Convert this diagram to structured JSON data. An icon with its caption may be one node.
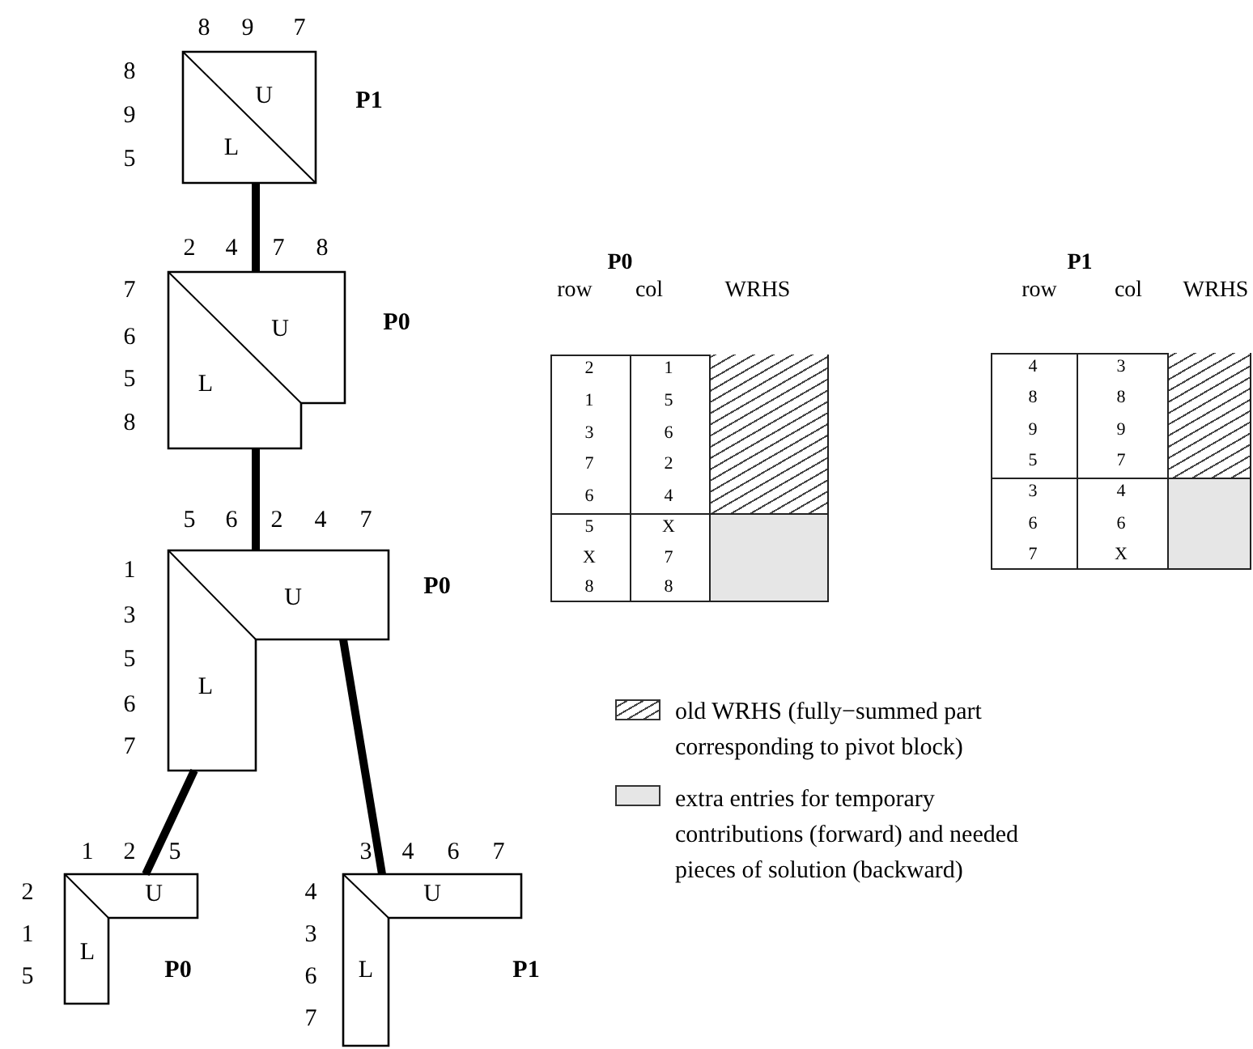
{
  "diagram": {
    "nodes": [
      {
        "text": [
          "U",
          "L"
        ],
        "beside": [
          "8",
          "9",
          "7",
          "8",
          "9",
          "5",
          "P1"
        ]
      },
      {
        "text": [
          "U",
          "L"
        ],
        "beside": [
          "2",
          "4",
          "7",
          "8",
          "7",
          "6",
          "5",
          "8",
          "P0"
        ]
      },
      {
        "text": [
          "U",
          "L"
        ],
        "beside": [
          "5",
          "6",
          "2",
          "4",
          "7",
          "1",
          "3",
          "5",
          "6",
          "7",
          "P0"
        ]
      },
      {
        "text": [
          "U",
          "L"
        ],
        "beside": [
          "1",
          "2",
          "5",
          "2",
          "1",
          "5",
          "P0"
        ]
      },
      {
        "text": [
          "U",
          "L"
        ],
        "beside": [
          "3",
          "4",
          "6",
          "7",
          "4",
          "3",
          "6",
          "7",
          "P1"
        ]
      }
    ],
    "edges": [
      {
        "from": 0,
        "to": 1,
        "arrow": "none"
      },
      {
        "from": 1,
        "to": 2,
        "arrow": "none"
      },
      {
        "from": 2,
        "to": 3,
        "arrow": "none"
      },
      {
        "from": 2,
        "to": 4,
        "arrow": "none"
      }
    ],
    "labels": [
      "P0",
      "row",
      "col",
      "WRHS",
      "2",
      "1",
      "1",
      "5",
      "3",
      "6",
      "7",
      "2",
      "6",
      "4",
      "5",
      "X",
      "X",
      "7",
      "8",
      "8",
      "P1",
      "row",
      "col",
      "WRHS",
      "4",
      "3",
      "8",
      "8",
      "9",
      "9",
      "5",
      "7",
      "3",
      "4",
      "6",
      "6",
      "7",
      "X"
    ],
    "legend": [
      {
        "text": "old WRHS (fully−summed part corresponding to pivot block)"
      },
      {
        "text": "extra entries for temporary contributions (forward) and needed pieces of solution (backward)",
        "color": "#e6e6e6"
      }
    ]
  }
}
